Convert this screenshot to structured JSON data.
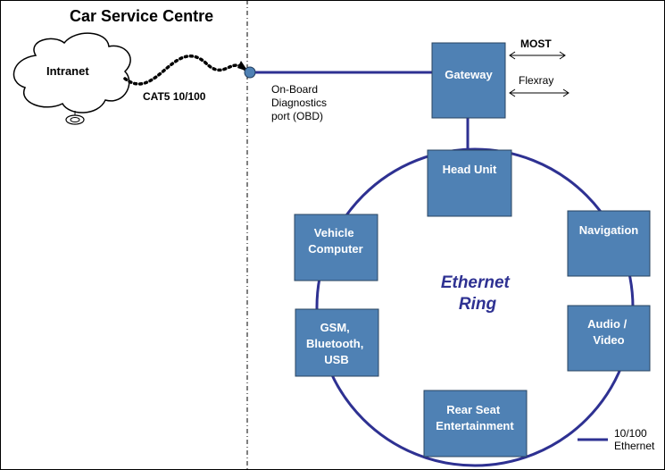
{
  "title": "Car Service Centre",
  "intranet": {
    "label": "Intranet"
  },
  "link": {
    "label": "CAT5 10/100"
  },
  "obd": {
    "lines": [
      "On-Board",
      "Diagnostics",
      "port (OBD)"
    ]
  },
  "gateway": {
    "label": "Gateway"
  },
  "buses": {
    "most": "MOST",
    "flexray": "Flexray"
  },
  "ring": {
    "lines": [
      "Ethernet",
      "Ring"
    ]
  },
  "nodes": {
    "head_unit": {
      "lines": [
        "Head Unit"
      ]
    },
    "navigation": {
      "lines": [
        "Navigation"
      ]
    },
    "audio_video": {
      "lines": [
        "Audio /",
        "Video"
      ]
    },
    "rear_seat": {
      "lines": [
        "Rear Seat",
        "Entertainment"
      ]
    },
    "gsm": {
      "lines": [
        "GSM,",
        "Bluetooth,",
        "USB"
      ]
    },
    "vehicle_computer": {
      "lines": [
        "Vehicle",
        "Computer"
      ]
    }
  },
  "legend": {
    "lines": [
      "10/100",
      "Ethernet"
    ]
  },
  "colors": {
    "box_fill": "#4f81b4",
    "box_stroke": "#2a4460",
    "ring": "#2e3192",
    "ring_text": "#2e3192"
  }
}
